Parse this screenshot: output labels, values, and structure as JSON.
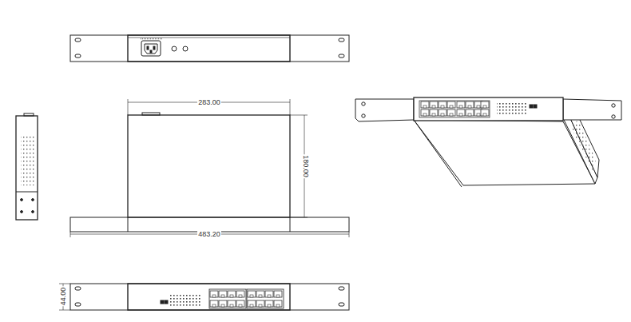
{
  "diagram": {
    "labels": [
      "283.00",
      "180.00",
      "483.20",
      "44.00"
    ]
  }
}
